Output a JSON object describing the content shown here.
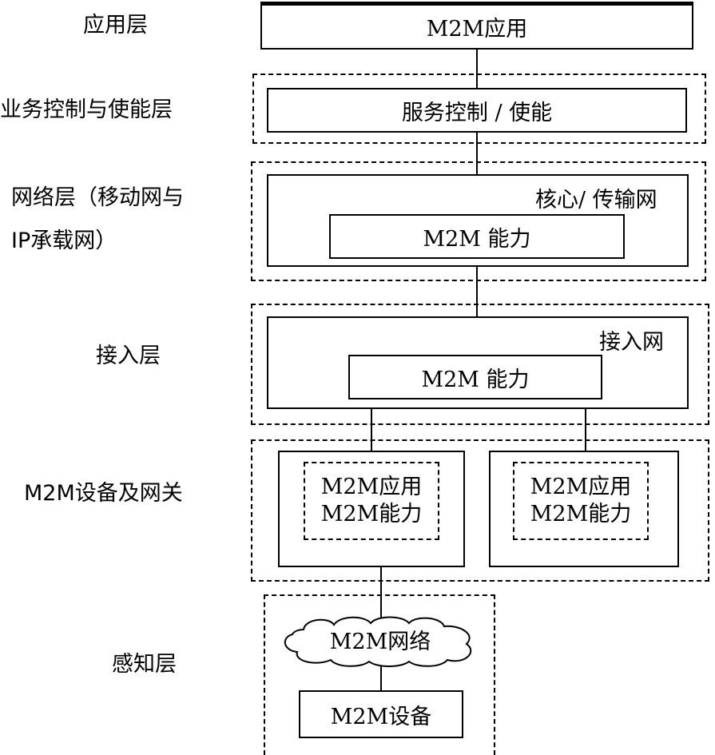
{
  "layers": {
    "application": "应用层",
    "service_control": "业务控制与使能层",
    "network_line1": "网络层（移动网与",
    "network_line2": "IP承载网）",
    "access": "接入层",
    "device_gateway": "M2M设备及网关",
    "sensing": "感知层"
  },
  "boxes": {
    "m2m_app": "M2M应用",
    "service_ctrl": "服务控制 / 使能",
    "core_net": "核心/ 传输网",
    "core_cap": "M2M 能力",
    "access_net": "接入网",
    "access_cap": "M2M 能力",
    "device_left_app": "M2M应用",
    "device_left_cap": "M2M能力",
    "device_right_app": "M2M应用",
    "device_right_cap": "M2M能力",
    "m2m_network": "M2M网络",
    "m2m_device": "M2M设备"
  }
}
